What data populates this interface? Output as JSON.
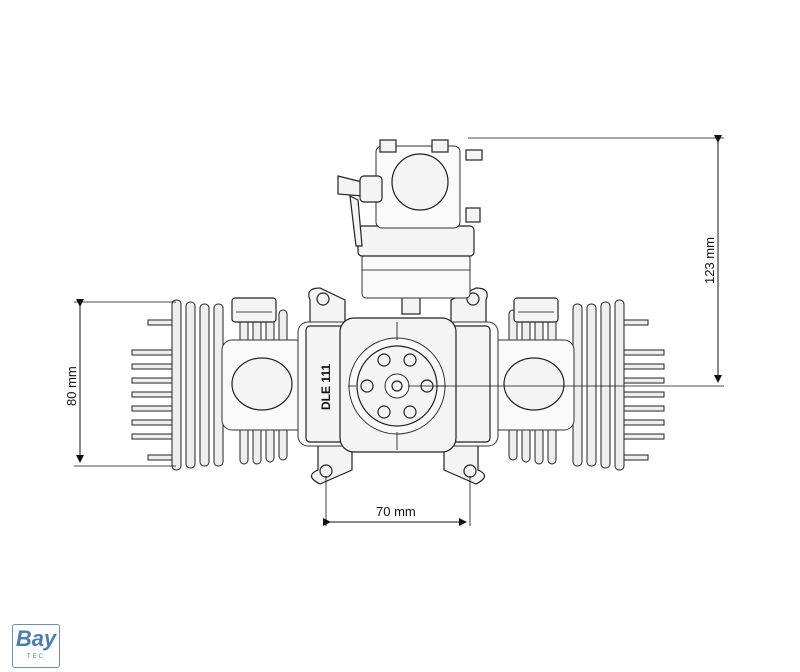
{
  "engine": {
    "model_label": "DLE 111"
  },
  "dimensions": {
    "height_label": "123 mm",
    "cylinder_label": "80 mm",
    "mount_label": "70 mm"
  },
  "logo": {
    "text": "Bay",
    "subtext": "TEC"
  }
}
